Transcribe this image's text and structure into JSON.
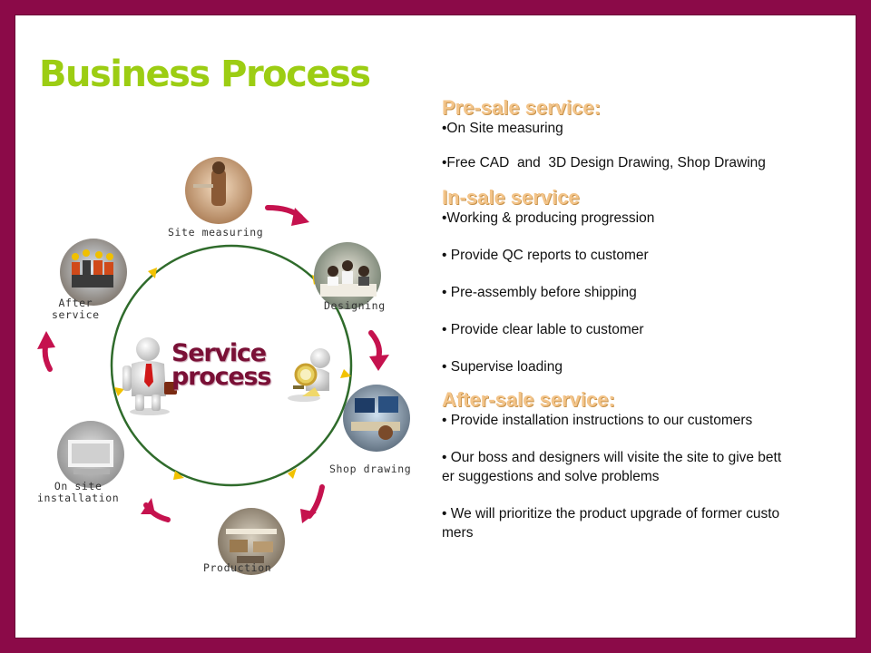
{
  "title": "Business Process",
  "diagram": {
    "center_title": "Service\nprocess",
    "steps": [
      {
        "label": "Site measuring"
      },
      {
        "label": "Designing"
      },
      {
        "label": "Shop drawing"
      },
      {
        "label": "Production"
      },
      {
        "label": "On site\ninstallation"
      },
      {
        "label": "After\nservice"
      }
    ],
    "colors": {
      "ring": "#2f6b2b",
      "arrow": "#c5124e",
      "arrowhead": "#f2c200"
    }
  },
  "sections": [
    {
      "heading": "Pre-sale service:",
      "items": [
        "•On Site measuring",
        "•Free CAD  and  3D Design Drawing, Shop Drawing"
      ]
    },
    {
      "heading": "In-sale service",
      "items": [
        "•Working & producing progression",
        "• Provide QC reports to customer",
        "• Pre-assembly before shipping",
        "• Provide clear lable to customer",
        "• Supervise loading"
      ]
    },
    {
      "heading": "After-sale service:",
      "items": [
        "• Provide installation instructions to our customers",
        "• Our boss and designers will visite the site to give bett\ner suggestions and solve problems",
        "• We will prioritize the product upgrade of former custo\nmers"
      ]
    }
  ],
  "colors": {
    "frame": "#8b0a48",
    "title": "#9ccd13",
    "heading": "#f3c489"
  }
}
